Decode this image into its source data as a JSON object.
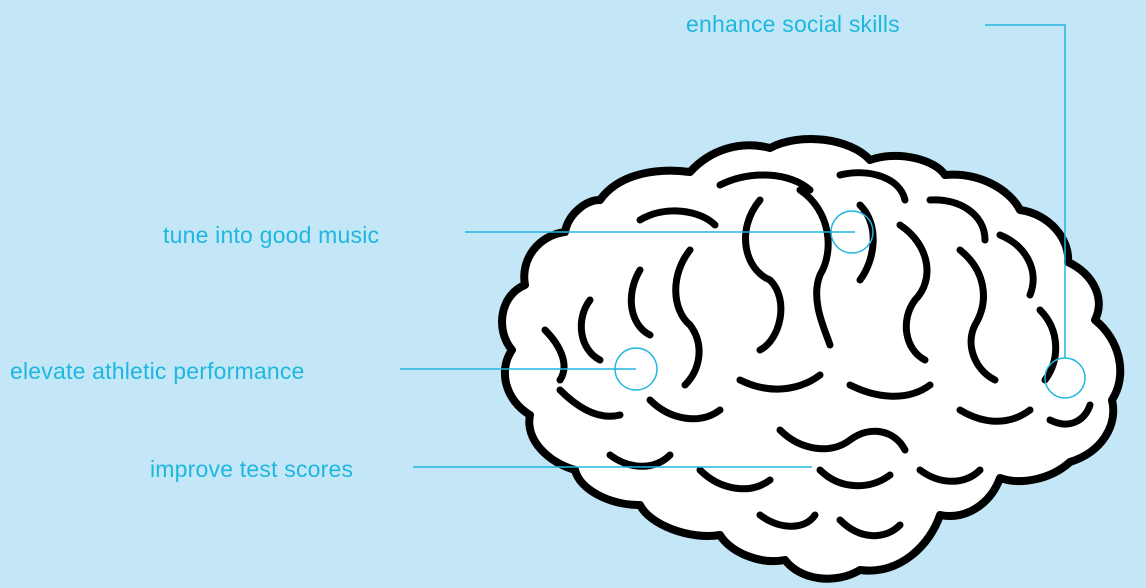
{
  "colors": {
    "background": "#c3e7f6",
    "accent": "#1fb7e0",
    "brain_fill": "#ffffff",
    "brain_outline": "#000000"
  },
  "labels": {
    "social": "enhance social skills",
    "music": "tune into good music",
    "athletic": "elevate athletic performance",
    "test": "improve test scores"
  },
  "illustration": {
    "icon": "brain-icon"
  }
}
